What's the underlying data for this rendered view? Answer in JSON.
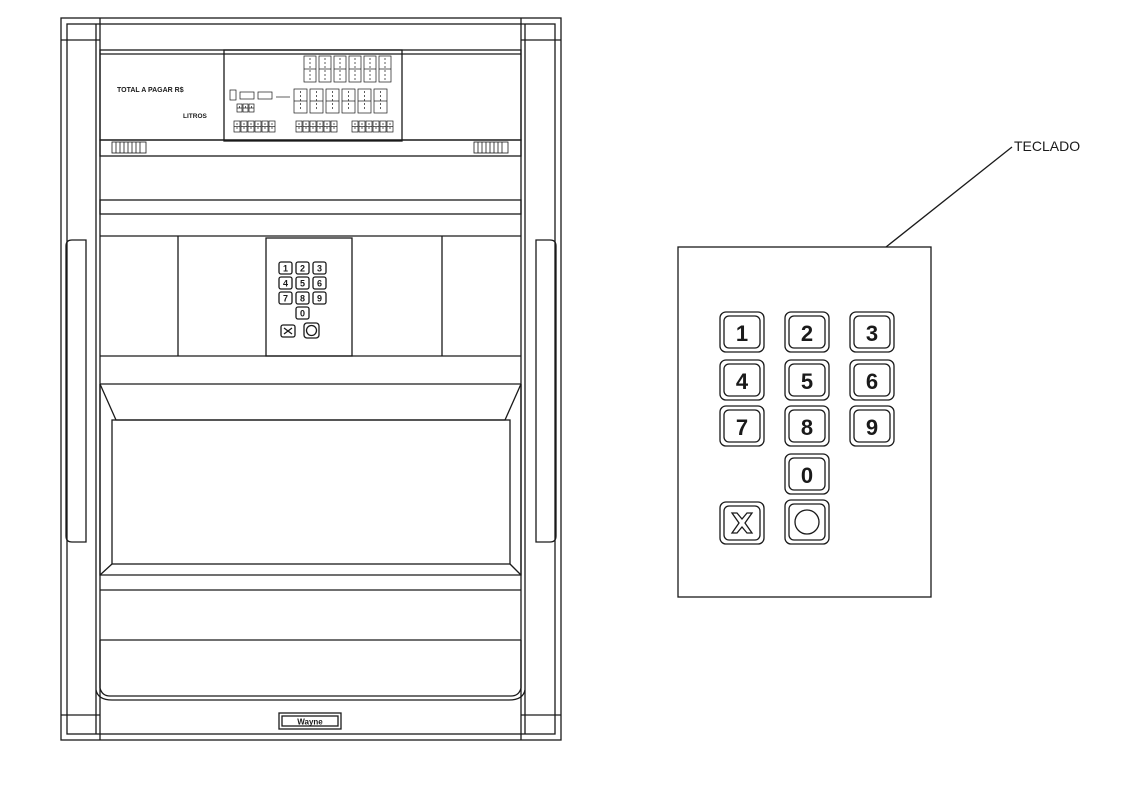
{
  "panel": {
    "label_total": "TOTAL A PAGAR R$",
    "label_litros": "LITROS",
    "brand": "Wayne",
    "mini_keys": [
      "1",
      "2",
      "3",
      "4",
      "5",
      "6",
      "7",
      "8",
      "9",
      "0"
    ]
  },
  "callout": {
    "label": "TECLADO"
  },
  "keypad": {
    "digits": [
      "1",
      "2",
      "3",
      "4",
      "5",
      "6",
      "7",
      "8",
      "9",
      "0"
    ],
    "cancel_key": "cancel-x-icon",
    "enter_key": "enter-circle-icon"
  },
  "colors": {
    "line": "#1a1a1a",
    "background": "#ffffff"
  }
}
